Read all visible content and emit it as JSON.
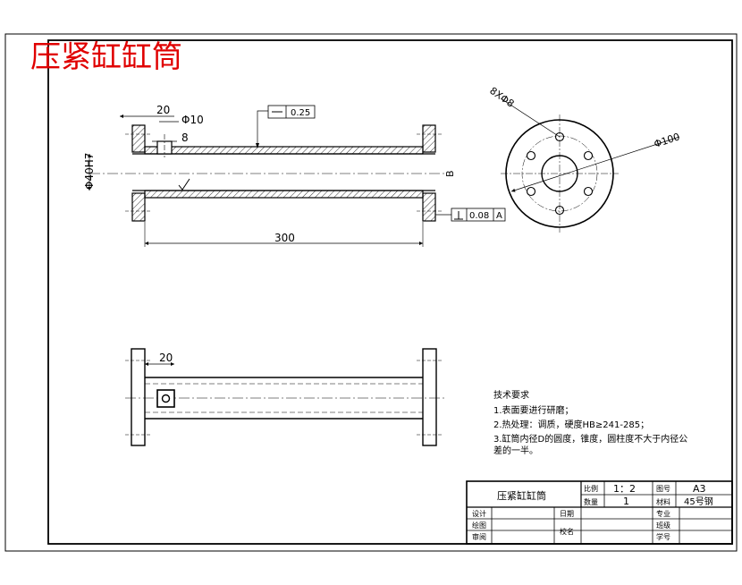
{
  "title": "压紧缸缸筒",
  "dims": {
    "d20_top": "20",
    "d_phi10": "Φ10",
    "d_8": "8",
    "d_phi40": "Φ40H7",
    "d_300": "300",
    "d_B": "B",
    "d_20_bottom": "20",
    "d_8xm8": "8XΦ8",
    "d_phi100": "Φ100"
  },
  "tolerance": {
    "straightness": "0.25",
    "perp_value": "0.08",
    "perp_datum": "A"
  },
  "tech": {
    "heading": "技术要求",
    "line1": "1.表面要进行研磨；",
    "line2": "2.热处理：调质，硬度HB≥241-285；",
    "line3a": "3.缸筒内径D的圆度，锥度，圆柱度不大于内径公",
    "line3b": "差的一半。"
  },
  "titleblock": {
    "name": "压紧缸缸筒",
    "scale_label": "比例",
    "scale_value": "1：2",
    "qty_label": "数量",
    "qty_value": "1",
    "sheet_label": "图号",
    "sheet_value": "A3",
    "material_label": "材料",
    "material_value": "45号钢",
    "design": "设计",
    "draw": "绘图",
    "review": "审阅",
    "date": "日期",
    "school": "校名",
    "major": "专业",
    "class": "班级",
    "student_no": "学号"
  }
}
